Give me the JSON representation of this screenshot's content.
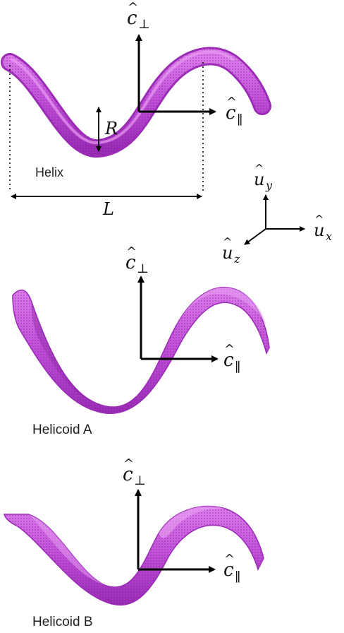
{
  "colors": {
    "ribbon_light": "#d86ee8",
    "ribbon_mid": "#b13dcc",
    "ribbon_dark": "#8e28a8",
    "axes": "#000000"
  },
  "panels": {
    "helix": {
      "name": "Helix",
      "axis_perp": {
        "base": "c",
        "sub": "⊥"
      },
      "axis_par": {
        "base": "c",
        "sub": "∥"
      },
      "radius_label": "R",
      "length_label": "L"
    },
    "helicoid_a": {
      "name": "Helicoid A",
      "axis_perp": {
        "base": "c",
        "sub": "⊥"
      },
      "axis_par": {
        "base": "c",
        "sub": "∥"
      }
    },
    "helicoid_b": {
      "name": "Helicoid B",
      "axis_perp": {
        "base": "c",
        "sub": "⊥"
      },
      "axis_par": {
        "base": "c",
        "sub": "∥"
      }
    }
  },
  "frame": {
    "uy": {
      "base": "u",
      "sub": "y"
    },
    "ux": {
      "base": "u",
      "sub": "x"
    },
    "uz": {
      "base": "u",
      "sub": "z"
    }
  },
  "hat": "^"
}
